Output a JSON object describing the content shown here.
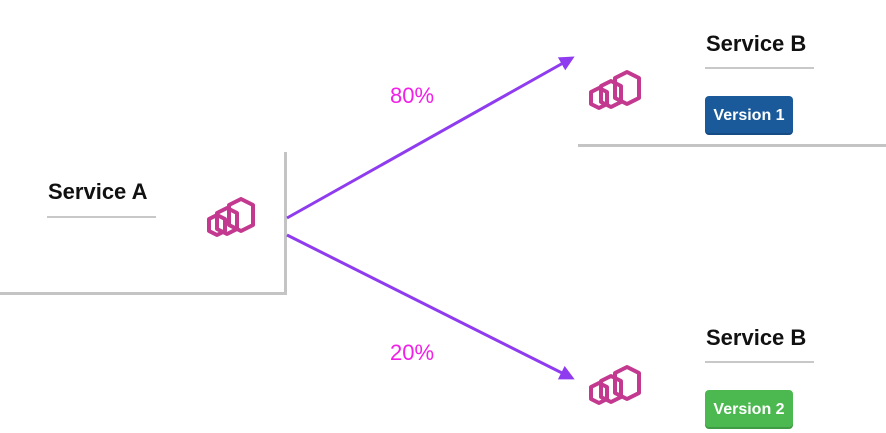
{
  "service_a": {
    "title": "Service A",
    "icon": "envoy-proxy-icon"
  },
  "service_b_v1": {
    "title": "Service B",
    "version_label": "Version 1",
    "icon": "envoy-proxy-icon"
  },
  "service_b_v2": {
    "title": "Service B",
    "version_label": "Version 2",
    "icon": "envoy-proxy-icon"
  },
  "routes": [
    {
      "label": "80%",
      "target": "service_b_v1"
    },
    {
      "label": "20%",
      "target": "service_b_v2"
    }
  ],
  "colors": {
    "arrow": "#8f3cf0",
    "percent_text": "#f21fe8",
    "icon": "#c2398f",
    "version1_badge": "#1a5a9a",
    "version2_badge": "#4cb850"
  }
}
